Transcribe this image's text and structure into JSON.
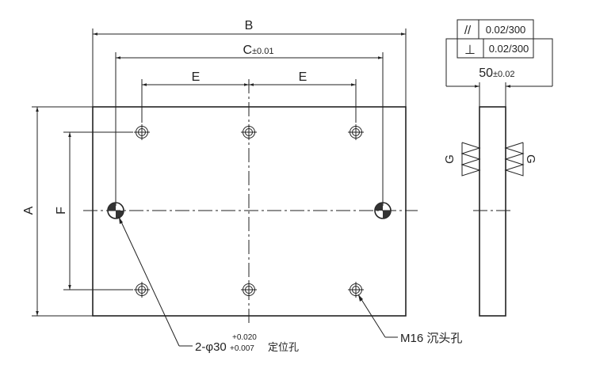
{
  "dimensions": {
    "b": "B",
    "c": "C",
    "c_tol": "±0.01",
    "e_left": "E",
    "e_right": "E",
    "a": "A",
    "f": "F",
    "thickness": "50",
    "thickness_tol": "±0.02",
    "weld_left": "G",
    "weld_right": "G"
  },
  "tolerances": {
    "parallelism_symbol": "//",
    "parallelism_value": "0.02/300",
    "perpendicularity_symbol": "⊥",
    "perpendicularity_value": "0.02/300"
  },
  "callouts": {
    "dowel_prefix": "2-φ30",
    "dowel_tol_upper": "+0.020",
    "dowel_tol_lower": "+0.007",
    "dowel_desc": "定位孔",
    "bolt_label": "M16 沉头孔"
  },
  "colors": {
    "plate_fill": "#dcdddf",
    "line": "#222222"
  }
}
